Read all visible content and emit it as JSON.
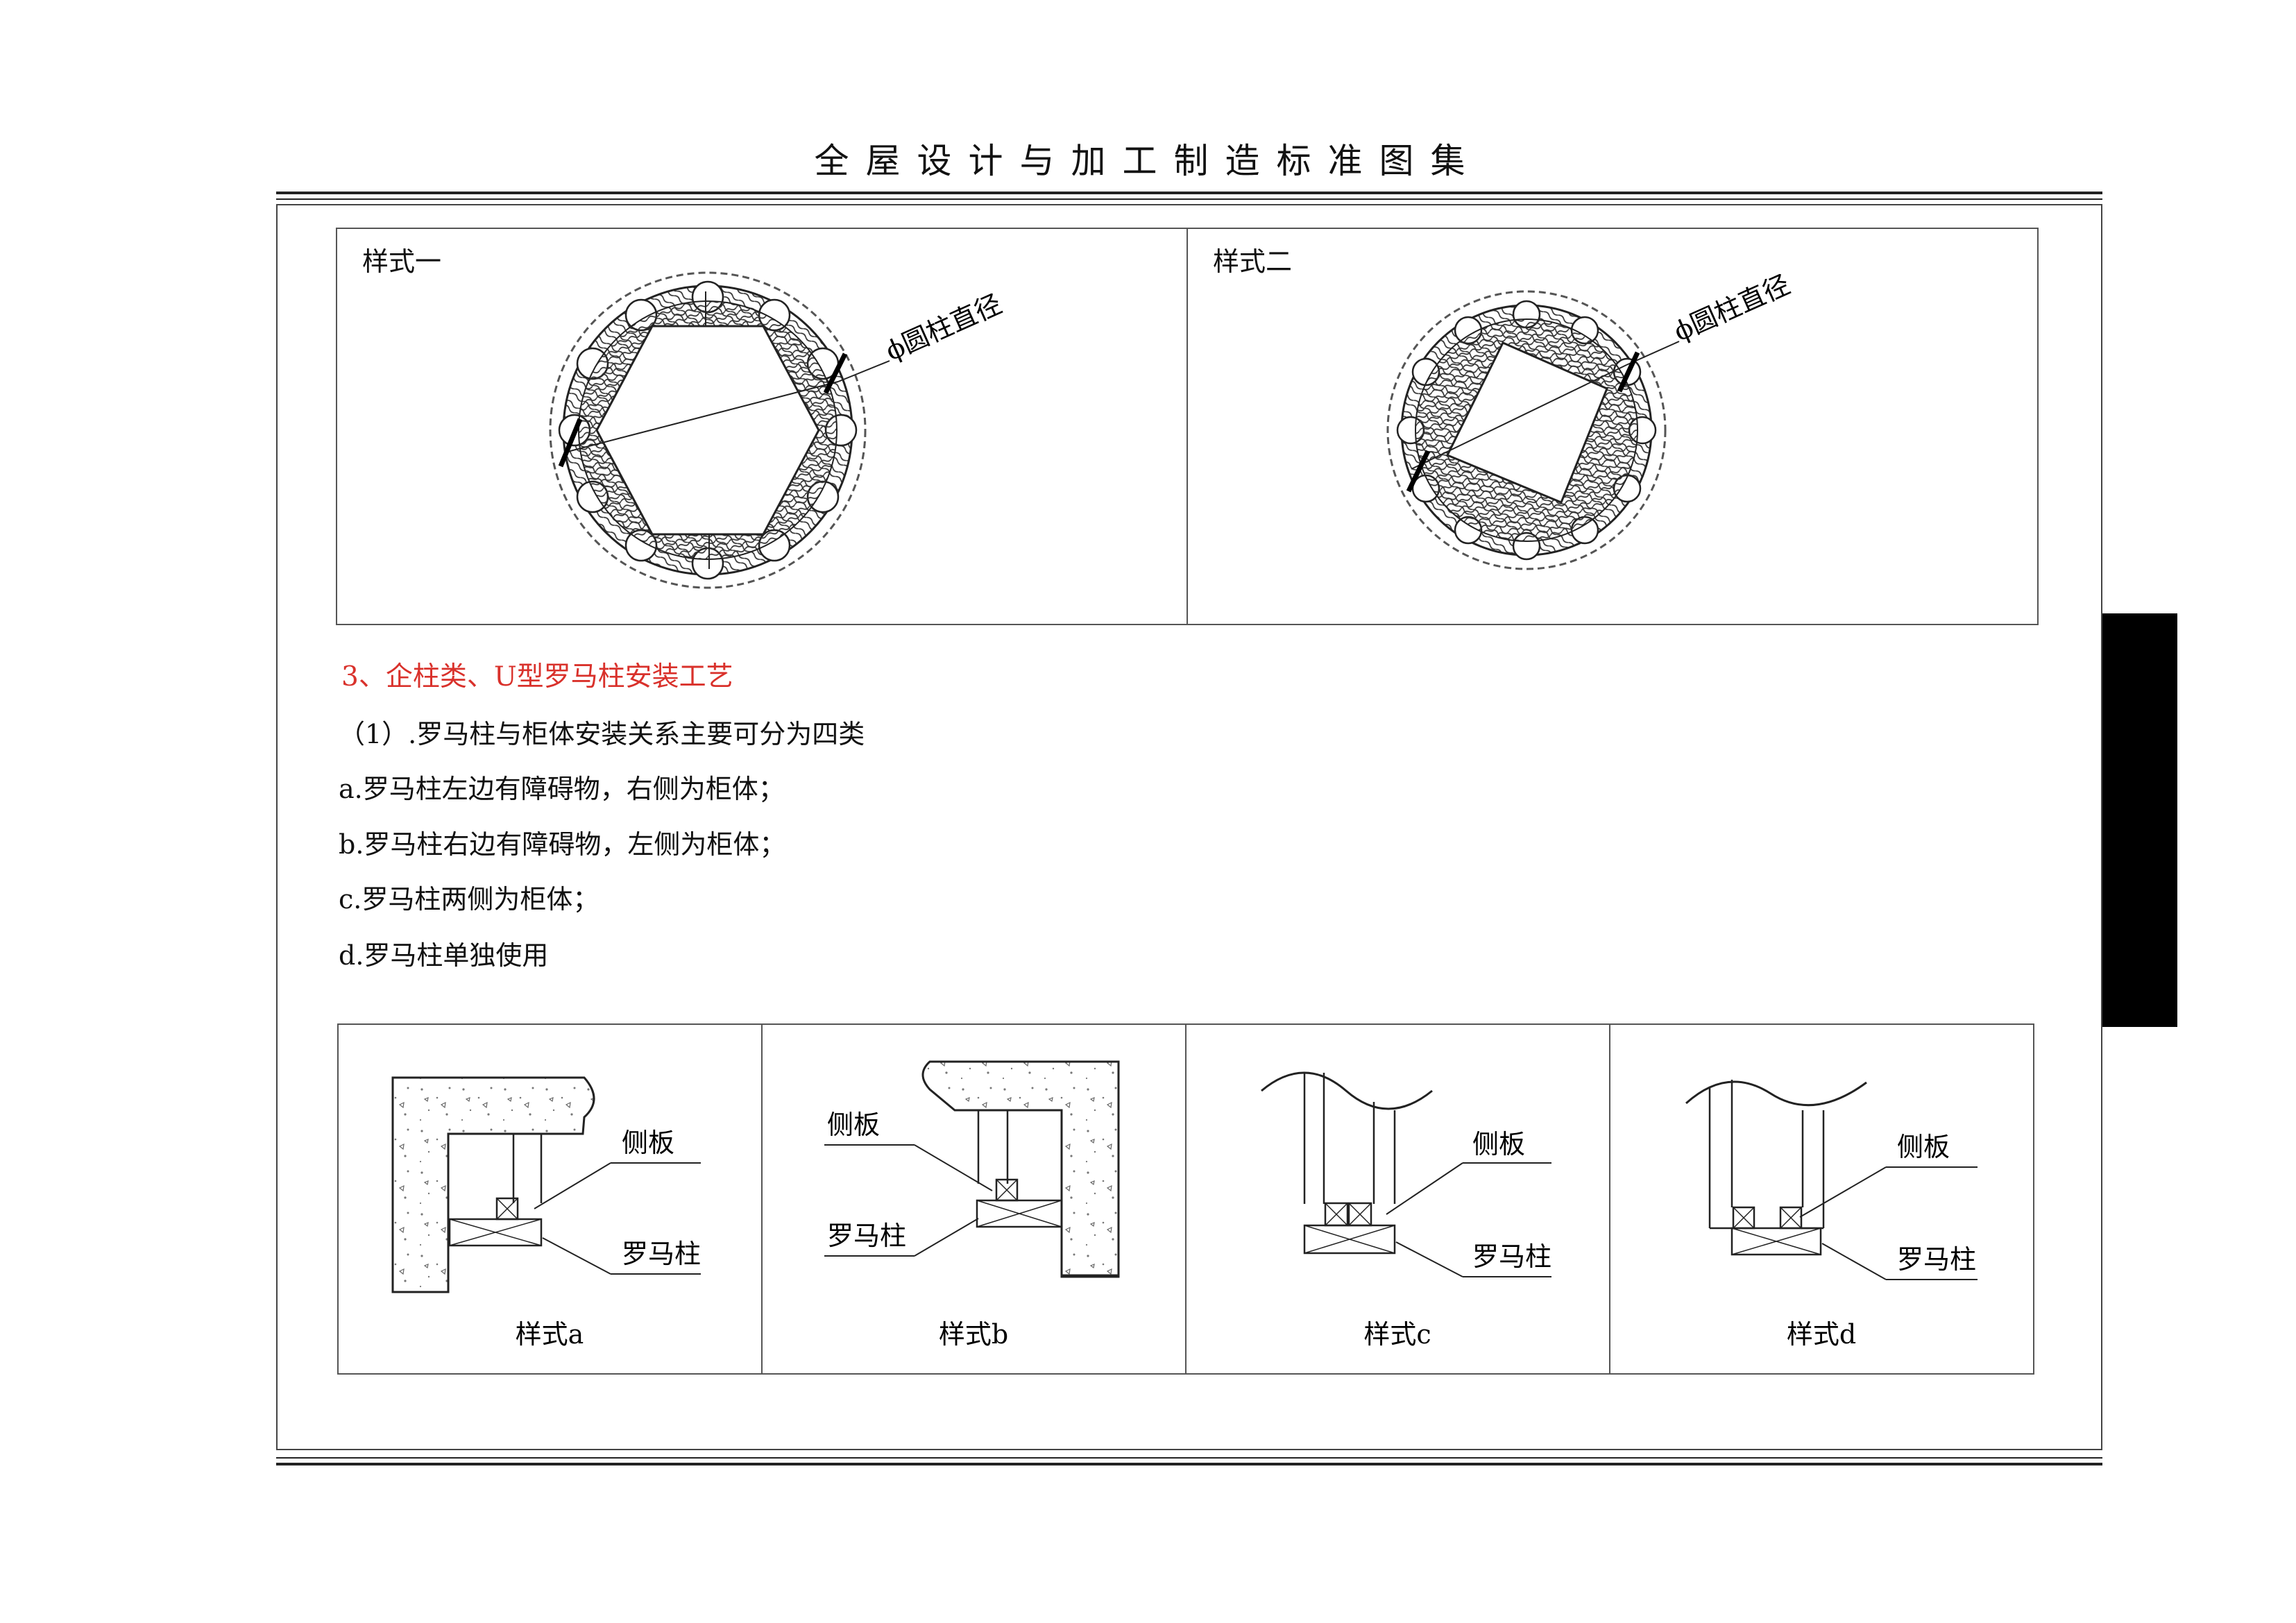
{
  "header": {
    "title": "全屋设计与加工制造标准图集"
  },
  "top_panels": [
    {
      "label": "样式一",
      "dimension_label": "ϕ圆柱直径"
    },
    {
      "label": "样式二",
      "dimension_label": "ϕ圆柱直径"
    }
  ],
  "section": {
    "title": "3、企柱类、U型罗马柱安装工艺",
    "lines": [
      "（1）.罗马柱与柜体安装关系主要可分为四类",
      "a.罗马柱左边有障碍物，右侧为柜体；",
      "b.罗马柱右边有障碍物，左侧为柜体；",
      "c.罗马柱两侧为柜体；",
      "d.罗马柱单独使用"
    ]
  },
  "bottom_panels": [
    {
      "caption": "样式a",
      "side_label": "侧板",
      "column_label": "罗马柱"
    },
    {
      "caption": "样式b",
      "side_label": "侧板",
      "column_label": "罗马柱"
    },
    {
      "caption": "样式c",
      "side_label": "侧板",
      "column_label": "罗马柱"
    },
    {
      "caption": "样式d",
      "side_label": "侧板",
      "column_label": "罗马柱"
    }
  ],
  "colors": {
    "section_title": "#d9312b",
    "line": "#222222",
    "tab": "#000000"
  }
}
